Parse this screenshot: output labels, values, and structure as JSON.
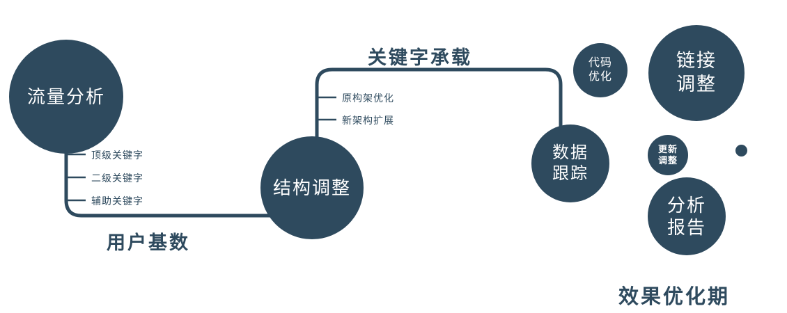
{
  "colors": {
    "primary": "#2e4a5e",
    "text_on_dark": "#ffffff"
  },
  "nodes": {
    "traffic_analysis": {
      "label": "流量分析"
    },
    "structure_adjust": {
      "label": "结构调整"
    },
    "data_tracking": {
      "lines": [
        "数据",
        "跟踪"
      ]
    },
    "code_optimize": {
      "lines": [
        "代码",
        "优化"
      ]
    },
    "link_adjust": {
      "lines": [
        "链接",
        "调整"
      ]
    },
    "update_adjust": {
      "lines": [
        "更新",
        "调整"
      ]
    },
    "analysis_report": {
      "lines": [
        "分析",
        "报告"
      ]
    }
  },
  "edge_labels": {
    "user_base": "用户基数",
    "keyword_carry": "关键字承载"
  },
  "branch_labels": {
    "traffic_branches": [
      "顶级关键字",
      "二级关键字",
      "辅助关键字"
    ],
    "structure_branches": [
      "原构架优化",
      "新架构扩展"
    ]
  },
  "caption": "效果优化期"
}
